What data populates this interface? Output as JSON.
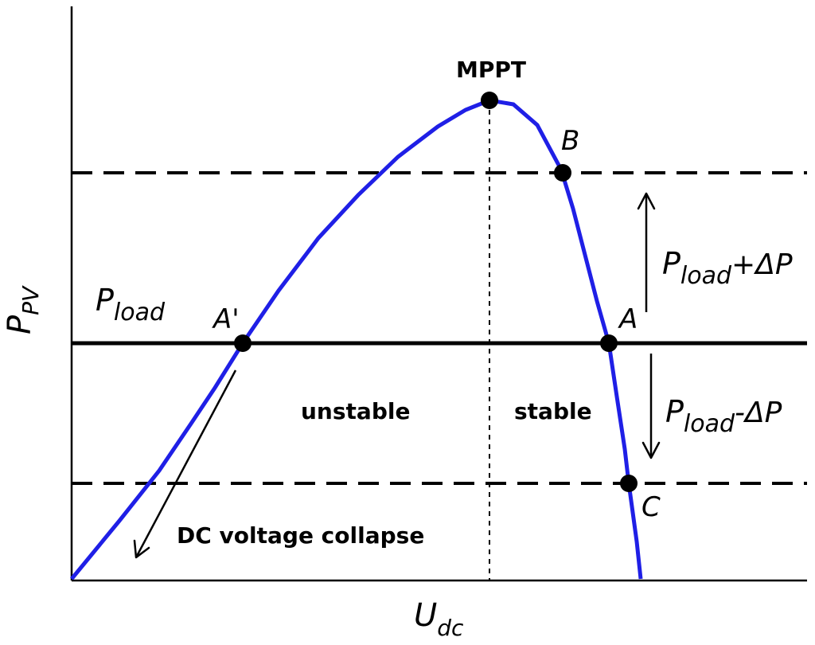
{
  "axes": {
    "y_label_main": "P",
    "y_label_sub": "PV",
    "x_label_main": "U",
    "x_label_sub": "dc"
  },
  "labels": {
    "mppt": "MPPT",
    "point_b": "B",
    "point_a": "A",
    "point_a_prime": "A'",
    "point_c": "C",
    "load_main": "P",
    "load_sub": "load",
    "upper_band_main": "P",
    "upper_band_sub": "load",
    "upper_band_suffix": "+ΔP",
    "lower_band_main": "P",
    "lower_band_sub": "load",
    "lower_band_suffix": "-ΔP",
    "region_unstable": "unstable",
    "region_stable": "stable",
    "collapse": "DC voltage collapse"
  },
  "colors": {
    "pv_curve": "#1f1fe6",
    "lines": "#000000",
    "background": "#ffffff"
  }
}
